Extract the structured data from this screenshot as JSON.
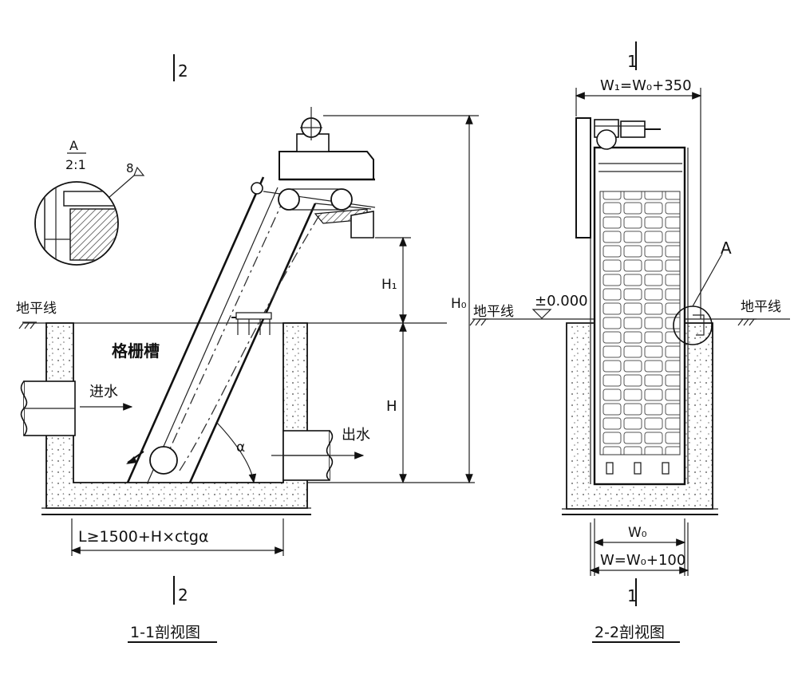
{
  "section_left": {
    "title": "1-1剖视图",
    "section_mark": "2",
    "channel_label": "格栅槽",
    "inlet": "进水",
    "outlet": "出水",
    "ground": "地平线",
    "dim_h1": "H₁",
    "dim_h": "H",
    "dim_h0": "H₀",
    "angle": "α",
    "length": "L≥1500+H×ctgα",
    "detail_ref": "A",
    "detail_scale": "2:1",
    "weld": "8"
  },
  "section_right": {
    "title": "2-2剖视图",
    "section_mark": "1",
    "ground_left": "地平线",
    "ground_right": "地平线",
    "elevation": "±0.000",
    "width_top": "W₁=W₀+350",
    "width_w0": "W₀",
    "width_w": "W=W₀+100",
    "detail_ref": "A"
  }
}
